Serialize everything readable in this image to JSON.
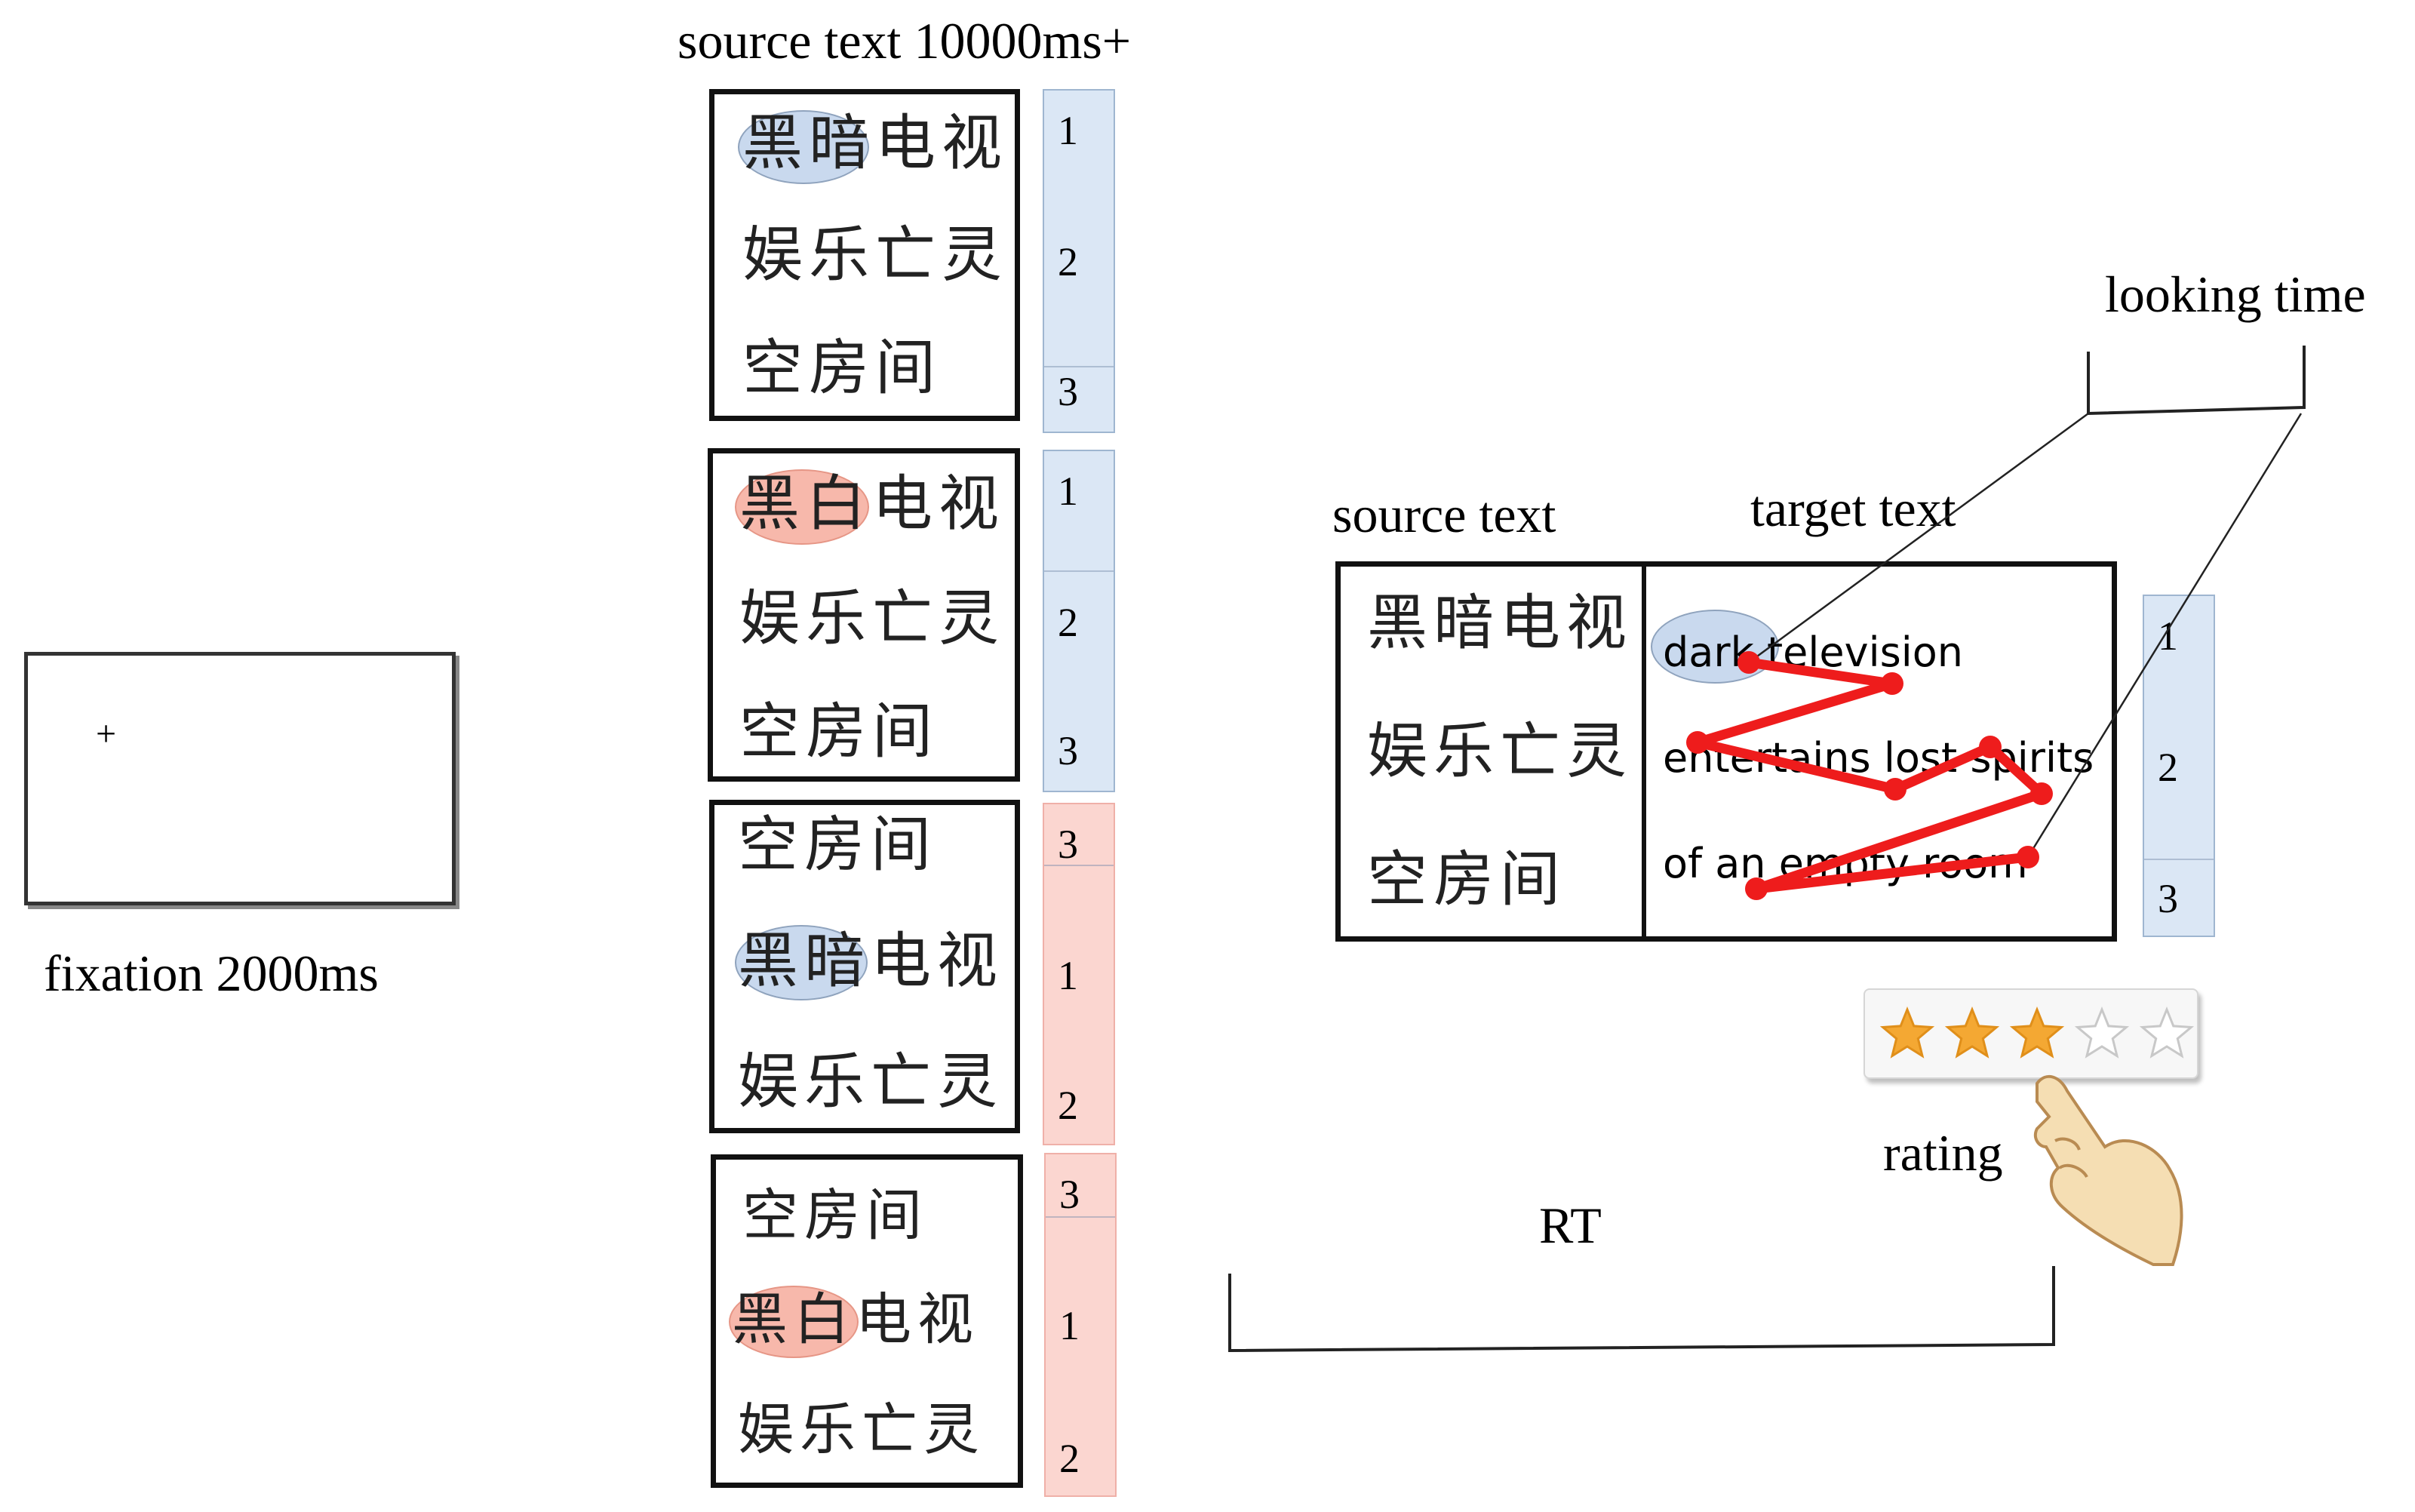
{
  "labels": {
    "fixation": "fixation 2000ms",
    "source_phase": "source text 10000ms+",
    "looking_time": "looking time",
    "source_text": "source text",
    "target_text": "target text",
    "rating": "rating",
    "rt": "RT",
    "fixation_cross": "+"
  },
  "source_panels": [
    {
      "lines": [
        "黑暗电视",
        "娱乐亡灵",
        "空房间"
      ],
      "highlight": "黑暗",
      "highlight_color": "#c9d9ee",
      "strip_color": "#dbe7f5",
      "strip_numbers": [
        "1",
        "2",
        "3"
      ]
    },
    {
      "lines": [
        "黑白电视",
        "娱乐亡灵",
        "空房间"
      ],
      "highlight": "黑白",
      "highlight_color": "#f7b8ab",
      "strip_color": "#dbe7f5",
      "strip_numbers": [
        "1",
        "2",
        "3"
      ]
    },
    {
      "lines": [
        "空房间",
        "黑暗电视",
        "娱乐亡灵"
      ],
      "highlight": "黑暗",
      "highlight_color": "#c9d9ee",
      "strip_color": "#fbd6d0",
      "strip_numbers": [
        "3",
        "1",
        "2"
      ]
    },
    {
      "lines": [
        "空房间",
        "黑白电视",
        "娱乐亡灵"
      ],
      "highlight": "黑白",
      "highlight_color": "#f7b8ab",
      "strip_color": "#fbd6d0",
      "strip_numbers": [
        "3",
        "1",
        "2"
      ]
    }
  ],
  "main_panel": {
    "source_lines": [
      "黑暗电视",
      "娱乐亡灵",
      "空房间"
    ],
    "target_lines": [
      "dark television",
      "entertains lost spirits",
      "of an empty room"
    ],
    "strip_numbers": [
      "1",
      "2",
      "3"
    ],
    "strip_color": "#dbe7f5",
    "highlight_color": "#c9d9ee",
    "scanpath_color": "#ee1c1c"
  },
  "rating": {
    "filled": 3,
    "max": 5,
    "star_color": "#f4a833",
    "empty_color": "#c8c8c8"
  }
}
